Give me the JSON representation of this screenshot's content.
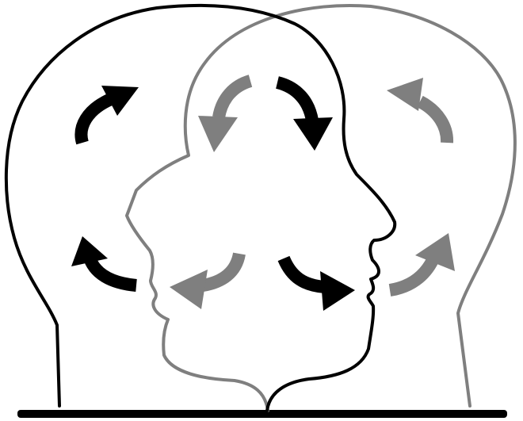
{
  "illustration": {
    "subject": "two-facing-heads-with-circular-arrows",
    "colors": {
      "background": "#ffffff",
      "left_head": "#000000",
      "right_head": "#7f7f7f",
      "ground_line": "#000000"
    },
    "left_head_arrows": {
      "count": 4,
      "color": "#000000",
      "icons": [
        "curved-arrow-icon",
        "curved-arrow-icon",
        "curved-arrow-icon",
        "curved-arrow-icon"
      ]
    },
    "right_head_arrows": {
      "count": 4,
      "color": "#7f7f7f",
      "icons": [
        "curved-arrow-icon",
        "curved-arrow-icon",
        "curved-arrow-icon",
        "curved-arrow-icon"
      ]
    }
  }
}
